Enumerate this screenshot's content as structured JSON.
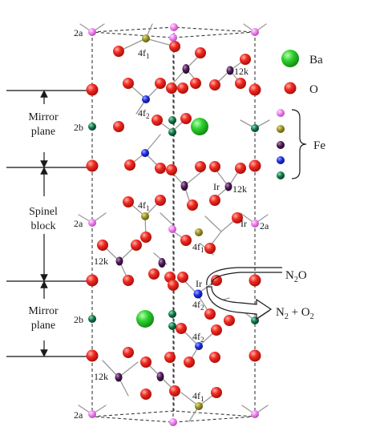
{
  "legend": {
    "ba": "Ba",
    "o": "O",
    "fe": "Fe"
  },
  "colors": {
    "ba": "#2bcf2b",
    "o": "#ee1c1c",
    "fe_2a": "#f27ef2",
    "fe_4f1": "#8f8a1e",
    "fe_12k": "#4a154f",
    "fe_4f2": "#1c2ce0",
    "fe_2b": "#0f6e43",
    "bond": "#9a9a9a"
  },
  "regions": {
    "mirror_top": [
      "Mirror",
      "plane"
    ],
    "spinel": [
      "Spinel",
      "block"
    ],
    "mirror_bottom": [
      "Mirror",
      "plane"
    ]
  },
  "sites": {
    "a2_top": "2a",
    "f1_top": "4f",
    "f1_top_sub": "1",
    "k12_top": "12k",
    "f2_a": "4f",
    "f2_a_sub": "2",
    "b2_top": "2b",
    "ir_top": "Ir",
    "k12_mid": "12k",
    "f1_mid": "4f",
    "f1_mid_sub": "1",
    "a2_left_mid": "2a",
    "ir_right": "Ir",
    "a2_right_mid": "2a",
    "f1_mid2": "4f",
    "f1_mid2_sub": "1",
    "k12_left": "12k",
    "ir_low": "Ir",
    "f2_low": "4f",
    "f2_low_sub": "2",
    "b2_bottom": "2b",
    "f2_low2": "4f",
    "f2_low2_sub": "2",
    "k12_bottom": "12k",
    "f1_bottom": "4f",
    "f1_bottom_sub": "1",
    "a2_bottom": "2a"
  },
  "reaction": {
    "in_main": "N",
    "in_sub": "2",
    "in_tail": "O",
    "out_a": "N",
    "out_a_sub": "2",
    "out_plus": " + O",
    "out_b_sub": "2"
  }
}
